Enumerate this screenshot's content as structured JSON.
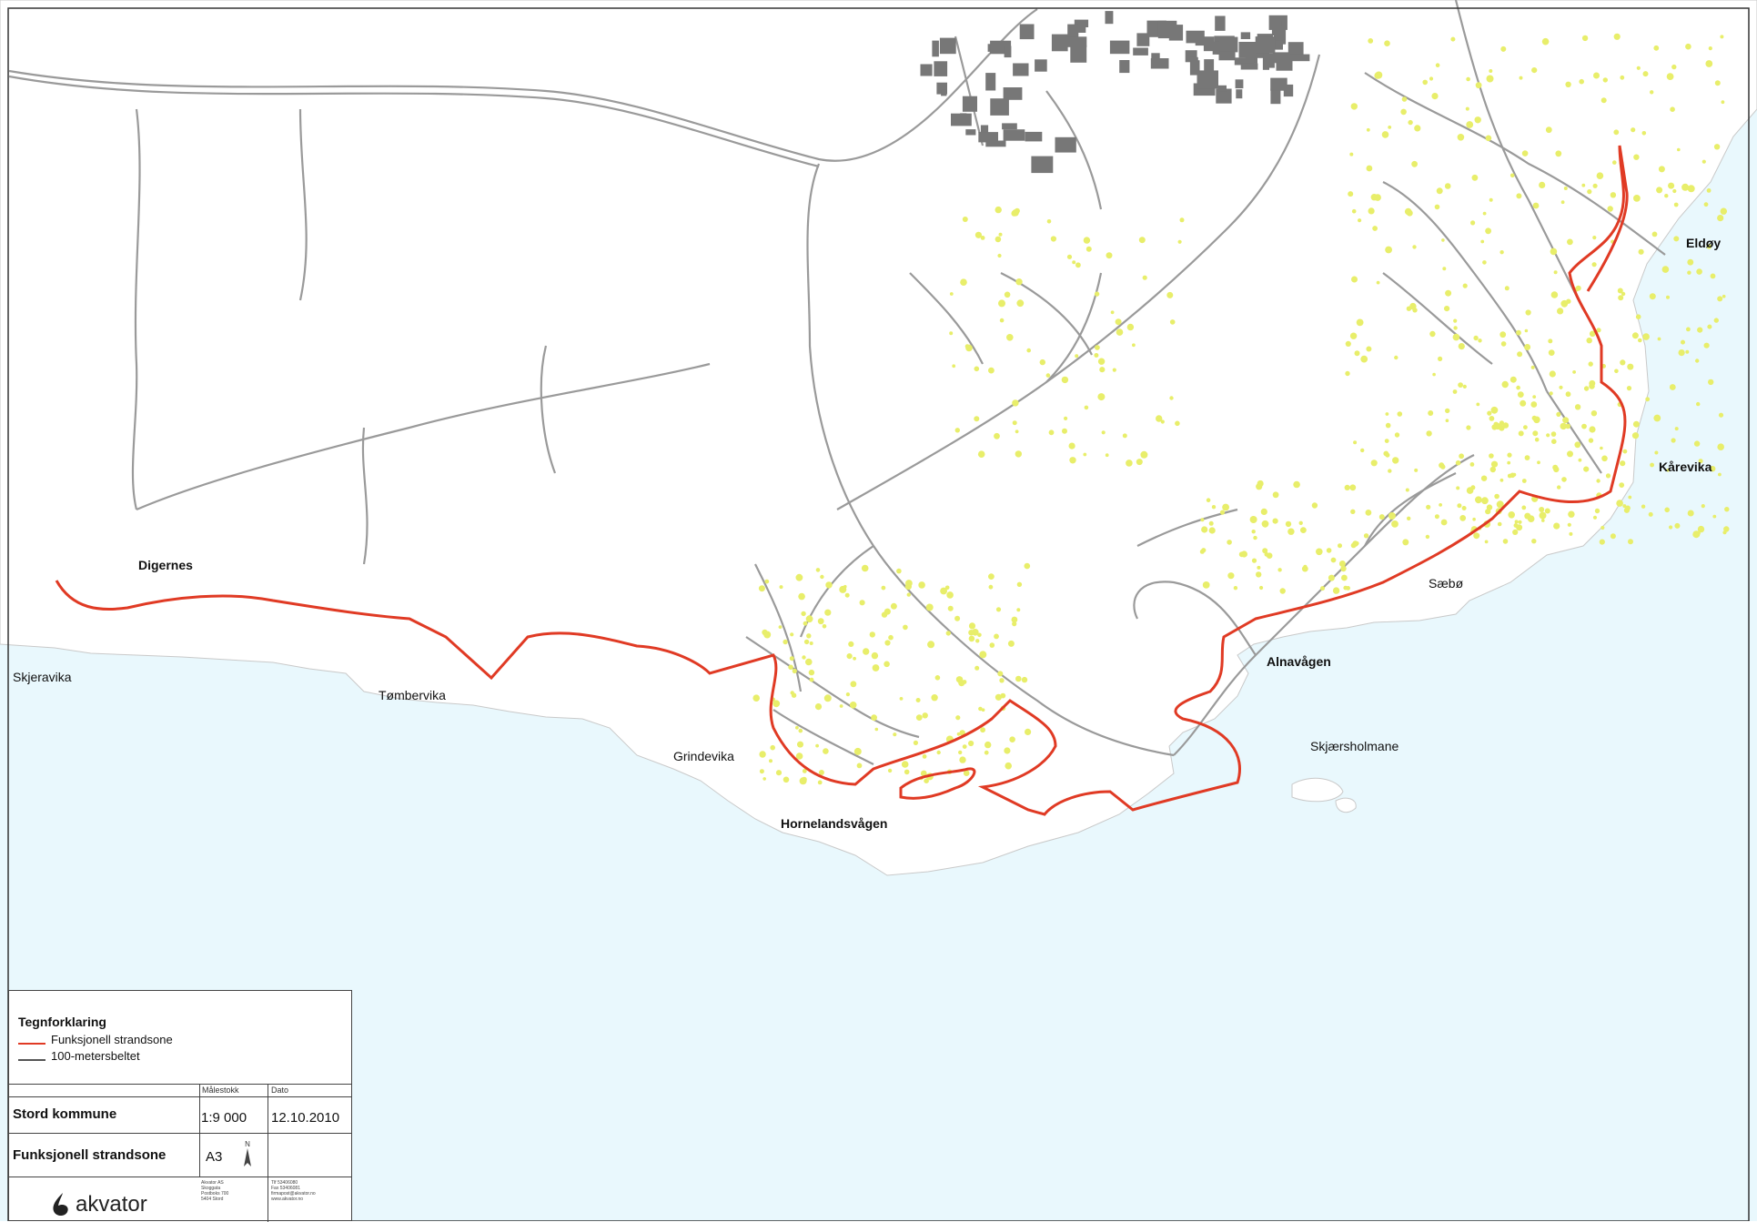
{
  "colors": {
    "sea": "#e9f8fd",
    "land": "#ffffff",
    "road": "#9a9a9a",
    "strandsone": "#e03a24",
    "building": "#777777",
    "tree": "#e8ee6a",
    "legend_red": "#e03a24",
    "legend_grey": "#555555"
  },
  "places": [
    {
      "name": "Digernes",
      "bold": true
    },
    {
      "name": "Skjeravika",
      "bold": false
    },
    {
      "name": "Tømbervika",
      "bold": false
    },
    {
      "name": "Grindevika",
      "bold": false
    },
    {
      "name": "Hornelandsvågen",
      "bold": true
    },
    {
      "name": "Alnavågen",
      "bold": true
    },
    {
      "name": "Skjærsholmane",
      "bold": false
    },
    {
      "name": "Sæbø",
      "bold": false
    },
    {
      "name": "Kårevika",
      "bold": true
    },
    {
      "name": "Eldøy",
      "bold": true
    }
  ],
  "legend": {
    "title": "Tegnforklaring",
    "items": [
      {
        "label": "Funksjonell strandsone",
        "color": "#e03a24"
      },
      {
        "label": "100-metersbeltet",
        "color": "#555555"
      }
    ],
    "scale_header": "Målestokk",
    "date_header": "Dato",
    "municipality": "Stord kommune",
    "scale": "1:9 000",
    "date": "12.10.2010",
    "map_title": "Funksjonell strandsone",
    "paper": "A3",
    "north_symbol": "N",
    "logo_text": "akvator",
    "company_lines": [
      "Akvator AS",
      "Skoggata",
      "Postboks 700",
      "5404 Stord"
    ],
    "contact_lines": [
      "Tlf 53406080",
      "Fax 53406081",
      "firmapost@akvator.no",
      "www.akvator.no"
    ]
  }
}
